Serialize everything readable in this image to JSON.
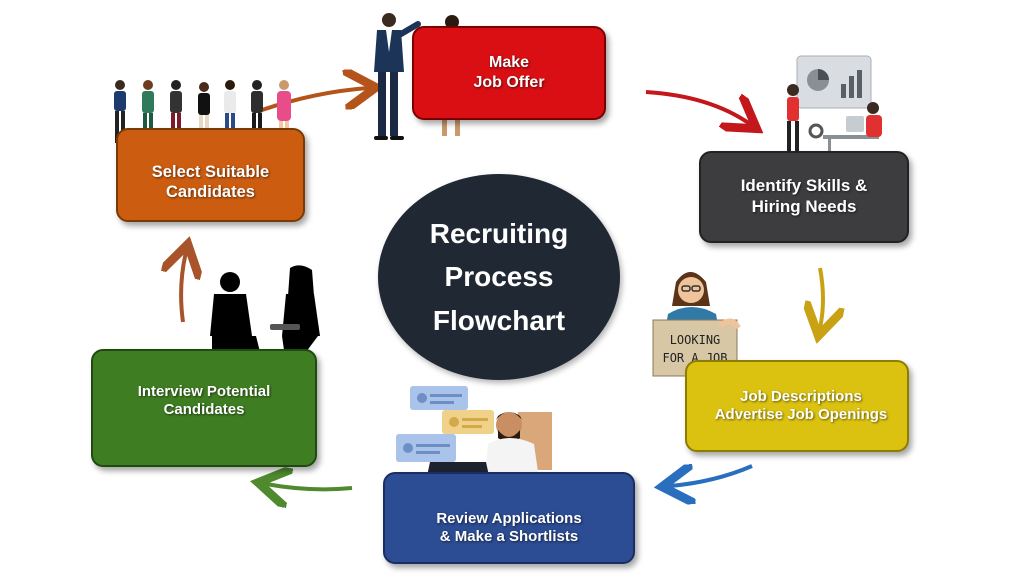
{
  "center_title": "Recruiting\nProcess\nFlowchart",
  "steps": [
    {
      "id": "offer",
      "label": "Make\nJob Offer",
      "color": "#d90f14"
    },
    {
      "id": "skills",
      "label": "Identify Skills &\nHiring Needs",
      "color": "#3d3d3f"
    },
    {
      "id": "desc",
      "label": "Job Descriptions\nAdvertise Job Openings",
      "color": "#dcc210"
    },
    {
      "id": "review",
      "label": "Review Applications\n& Make a Shortlists",
      "color": "#2c4c93"
    },
    {
      "id": "interview",
      "label": "Interview Potential\nCandidates",
      "color": "#3f7d22"
    },
    {
      "id": "select",
      "label": "Select Suitable\nCandidates",
      "color": "#cc5d10"
    }
  ],
  "sign": {
    "line1": "LOOKING",
    "line2": "FOR A JOB"
  },
  "arrow_colors": {
    "select_to_offer": "#b5541a",
    "offer_to_skills": "#c4171c",
    "skills_to_desc": "#c9a213",
    "desc_to_review": "#2a6fbd",
    "review_to_interview": "#4f8a2f",
    "interview_to_select": "#a8532a"
  },
  "icons": [
    "business-couple-icon",
    "crowd-of-candidates-icon",
    "analytics-board-icon",
    "job-seeker-icon",
    "recruiter-at-laptop-icon",
    "interview-silhouette-icon"
  ]
}
